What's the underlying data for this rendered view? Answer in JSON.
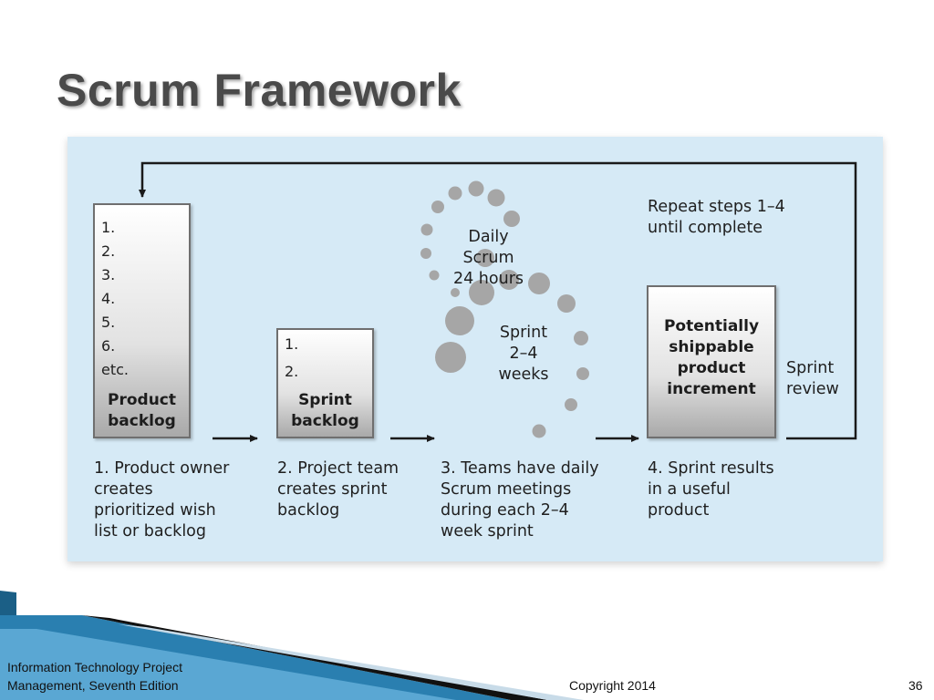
{
  "slide": {
    "title": "Scrum Framework",
    "footer_left_line1": "Information Technology Project",
    "footer_left_line2": "Management, Seventh Edition",
    "footer_center": "Copyright 2014",
    "page_number": "36"
  },
  "diagram": {
    "product_backlog": {
      "items": [
        "1.",
        "2.",
        "3.",
        "4.",
        "5.",
        "6.",
        "etc."
      ],
      "label": "Product\nbacklog"
    },
    "sprint_backlog": {
      "items": [
        "1.",
        "2."
      ],
      "label": "Sprint\nbacklog"
    },
    "daily_scrum": "Daily Scrum\n24 hours",
    "sprint_length": "Sprint\n2–4\nweeks",
    "increment": "Potentially\nshippable\nproduct\nincrement",
    "repeat": "Repeat steps 1–4\nuntil complete",
    "review": "Sprint\nreview",
    "steps": [
      "1. Product owner\n    creates\n    prioritized wish\n    list or backlog",
      "2. Project team\n    creates sprint\n    backlog",
      "3. Teams have daily\n    Scrum meetings\n    during each 2–4\n    week sprint",
      "4. Sprint results\n    in a useful\n    product"
    ],
    "colors": {
      "panel": "#d6eaf6",
      "circles": "#a6a6a6",
      "arrows": "#1a1a1a",
      "footer_accent": "#1b5f86"
    }
  }
}
